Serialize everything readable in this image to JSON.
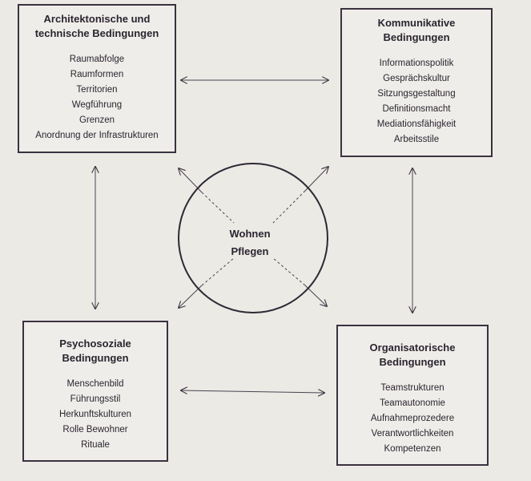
{
  "top_left": {
    "title": "Architektonische und\ntechnische Bedingungen",
    "items": [
      "Raumabfolge",
      "Raumformen",
      "Territorien",
      "Wegführung",
      "Grenzen",
      "Anordnung der Infrastrukturen"
    ]
  },
  "top_right": {
    "title": "Kommunikative\nBedingungen",
    "items": [
      "Informationspolitik",
      "Gesprächskultur",
      "Sitzungsgestaltung",
      "Definitionsmacht",
      "Mediationsfähigkeit",
      "Arbeitsstile"
    ]
  },
  "bottom_left": {
    "title": "Psychosoziale\nBedingungen",
    "items": [
      "Menschenbild",
      "Führungsstil",
      "Herkunftskulturen",
      "Rolle Bewohner",
      "Rituale"
    ]
  },
  "bottom_right": {
    "title": "Organisatorische\nBedingungen",
    "items": [
      "Teamstrukturen",
      "Teamautonomie",
      "Aufnahmeprozedere",
      "Verantwortlichkeiten",
      "Kompetenzen"
    ]
  },
  "center": {
    "line1": "Wohnen",
    "line2": "Pflegen"
  }
}
